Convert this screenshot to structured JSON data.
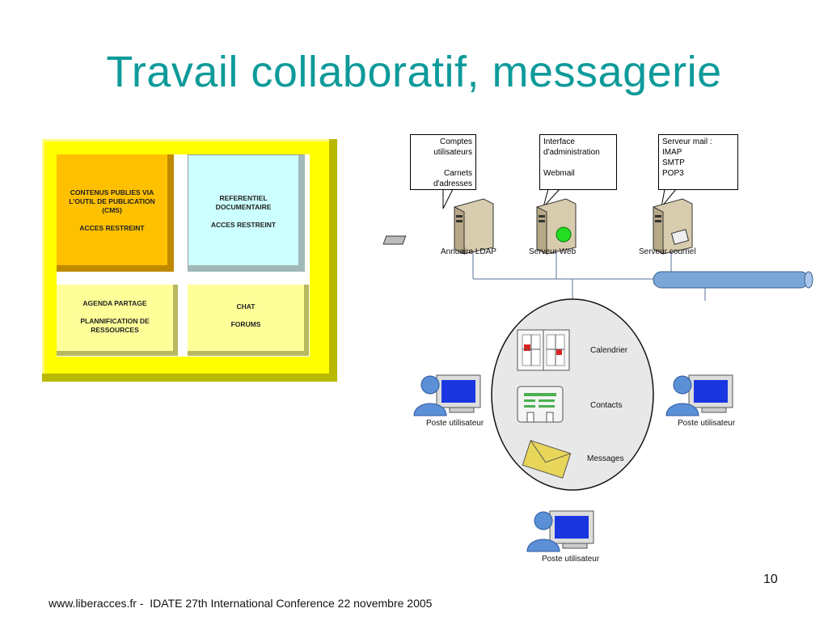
{
  "title": "Travail collaboratif, messagerie",
  "board": {
    "cms": "CONTENUS PUBLIES VIA\nL'OUTIL DE PUBLICATION\n(CMS)\n\nACCES RESTREINT",
    "referentiel": "REFERENTIEL\nDOCUMENTAIRE\n\nACCES RESTREINT",
    "agenda": "AGENDA PARTAGE\n\nPLANNIFICATION DE\nRESSOURCES",
    "chat": "CHAT\n\nFORUMS"
  },
  "callouts": {
    "ldap": "Comptes\nutilisateurs\n\nCarnets\nd'adresses",
    "web": "Interface\nd'administration\n\nWebmail",
    "mail": "Serveur mail :\nIMAP\nSMTP\nPOP3"
  },
  "servers": {
    "ldap": "Annuaire LDAP",
    "web": "Serveur Web",
    "mail": "Serveur courriel"
  },
  "services": {
    "calendar": "Calendrier",
    "contacts": "Contacts",
    "messages": "Messages"
  },
  "users": {
    "left": "Poste utilisateur",
    "right": "Poste utilisateur",
    "bottom": "Poste utilisateur"
  },
  "footer": "www.liberacces.fr -  IDATE 27th International Conference 22 novembre 2005",
  "page_number": "10",
  "colors": {
    "title": "#0e9a9a",
    "board_yellow": "#ffff00",
    "cms_orange": "#ffc000",
    "referentiel_cyan": "#ccffff",
    "light_yellow": "#ffff99",
    "ellipse_fill": "#e8e8e8",
    "pipe_blue": "#7aa7d8"
  }
}
